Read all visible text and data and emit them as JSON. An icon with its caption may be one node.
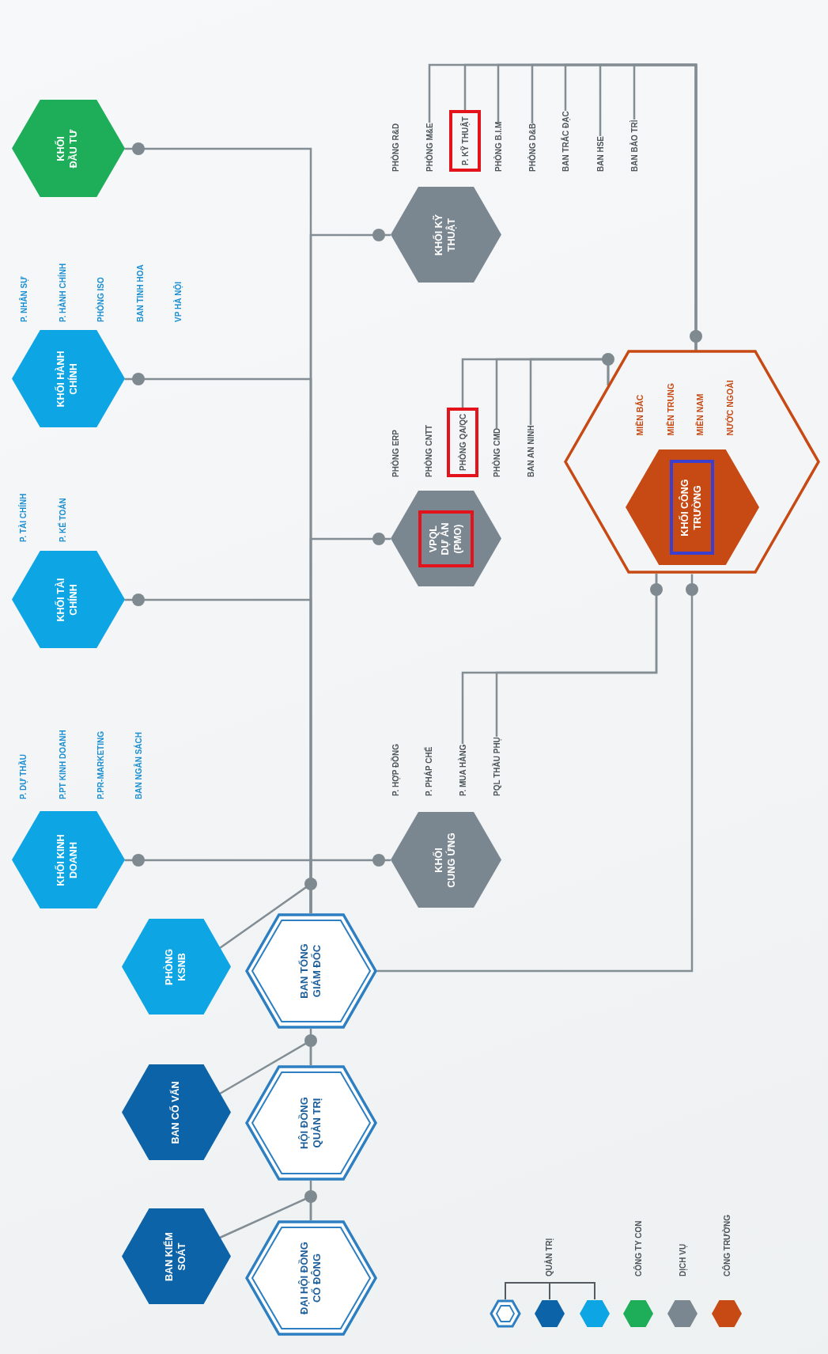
{
  "diagram": {
    "nodes": [
      {
        "text": [
          "ĐẠI HỘI ĐỒNG CỔ ĐÔNG"
        ]
      },
      {
        "text": [
          "BAN KIỂM SOÁT"
        ]
      },
      {
        "text": [
          "HỘI ĐỒNG QUẢN TRỊ"
        ]
      },
      {
        "text": [
          "BAN CỐ VẤN"
        ]
      },
      {
        "text": [
          "BAN TỔNG GIÁM ĐỐC"
        ]
      },
      {
        "text": [
          "PHÒNG KSNB"
        ]
      },
      {
        "text": [
          "KHỐI KINH DOANH"
        ]
      },
      {
        "text": [
          "KHỐI CUNG ỨNG"
        ]
      },
      {
        "text": [
          "KHỐI TÀI CHÍNH"
        ]
      },
      {
        "text": [
          "VPQL DỰ ÁN (PMO)"
        ]
      },
      {
        "text": [
          "KHỐI HÀNH CHÍNH"
        ]
      },
      {
        "text": [
          "KHỐI KỸ THUẬT"
        ]
      },
      {
        "text": [
          "KHỐI ĐẦU TƯ"
        ]
      },
      {
        "text": [
          "MIỀN BẮC",
          "MIỀN TRUNG",
          "MIỀN NAM",
          "NƯỚC NGOÀI"
        ]
      },
      {
        "text": [
          "KHỐI CÔNG TRƯỜNG"
        ],
        "in": 13
      },
      {
        "text": [
          "P. MUA HÀNG"
        ]
      },
      {
        "text": [
          "PQL THẦU PHỤ"
        ]
      },
      {
        "text": [
          "PHÒNG QA/QC"
        ]
      },
      {
        "text": [
          "PHÒNG CMD"
        ]
      },
      {
        "text": [
          "BAN AN NINH"
        ]
      },
      {
        "text": [
          "PHÒNG M&E"
        ]
      },
      {
        "text": [
          "P. KỸ THUẬT"
        ]
      },
      {
        "text": [
          "PHÒNG B.I.M"
        ]
      },
      {
        "text": [
          "PHÒNG D&B"
        ]
      },
      {
        "text": [
          "BAN TRẮC ĐẠC"
        ]
      },
      {
        "text": [
          "BAN HSE"
        ]
      },
      {
        "text": [
          "BAN BẢO TRÌ"
        ]
      }
    ],
    "edges": [
      {
        "from": 0,
        "to": 1,
        "arrow": "none"
      },
      {
        "from": 0,
        "to": 2,
        "arrow": "none"
      },
      {
        "from": 2,
        "to": 3,
        "arrow": "none"
      },
      {
        "from": 2,
        "to": 4,
        "arrow": "none"
      },
      {
        "from": 4,
        "to": 5,
        "arrow": "none"
      },
      {
        "from": 4,
        "to": 6,
        "arrow": "none"
      },
      {
        "from": 4,
        "to": 7,
        "arrow": "none"
      },
      {
        "from": 4,
        "to": 8,
        "arrow": "none"
      },
      {
        "from": 4,
        "to": 9,
        "arrow": "none"
      },
      {
        "from": 4,
        "to": 10,
        "arrow": "none"
      },
      {
        "from": 4,
        "to": 11,
        "arrow": "none"
      },
      {
        "from": 4,
        "to": 12,
        "arrow": "none"
      },
      {
        "from": 4,
        "to": 13,
        "arrow": "none"
      },
      {
        "from": 13,
        "to": 15,
        "arrow": "none"
      },
      {
        "from": 13,
        "to": 16,
        "arrow": "none"
      },
      {
        "from": 13,
        "to": 17,
        "arrow": "none"
      },
      {
        "from": 13,
        "to": 18,
        "arrow": "none"
      },
      {
        "from": 13,
        "to": 19,
        "arrow": "none"
      },
      {
        "from": 13,
        "to": 20,
        "arrow": "none"
      },
      {
        "from": 13,
        "to": 21,
        "arrow": "none"
      },
      {
        "from": 13,
        "to": 22,
        "arrow": "none"
      },
      {
        "from": 13,
        "to": 23,
        "arrow": "none"
      },
      {
        "from": 13,
        "to": 24,
        "arrow": "none"
      },
      {
        "from": 13,
        "to": 25,
        "arrow": "none"
      },
      {
        "from": 13,
        "to": 26,
        "arrow": "none"
      }
    ],
    "labels": [
      "P. DỰ THẦU",
      "P.PT KINH DOANH",
      "P.PR-MARKETING",
      "BAN NGÂN SÁCH",
      "P. TÀI CHÍNH",
      "P. KẾ TOÁN",
      "P. NHÂN SỰ",
      "P. HÀNH CHÍNH",
      "PHÒNG ISO",
      "BAN TINH HOA",
      "VP HÀ NỘI",
      "P. HỢP ĐỒNG",
      "P. PHÁP CHẾ",
      "PHÒNG ERP",
      "PHÒNG CNTT",
      "PHÒNG R&D"
    ],
    "legend": [
      {
        "text": "QUẢN TRỊ"
      },
      {
        "text": "CÔNG TY CON",
        "color": "#1eae5a"
      },
      {
        "text": "DỊCH VỤ",
        "color": "#7b8790"
      },
      {
        "text": "CÔNG TRƯỜNG",
        "color": "#c74a14"
      }
    ]
  }
}
